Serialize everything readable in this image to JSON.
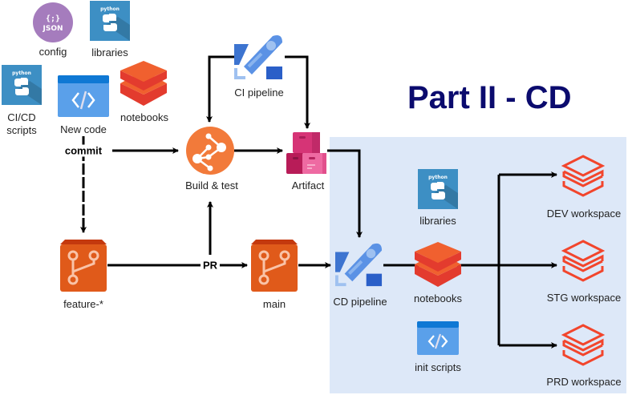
{
  "title": "Part II - CD",
  "colors": {
    "title": "#0b0b6e",
    "cd_region": "#dde8f8",
    "arrow": "#000000",
    "databricks_red": "#f2452c",
    "pipeline_blue": "#4a8ae0",
    "repo_orange": "#e05a1a",
    "build_orange": "#f27a3a",
    "artifact_pink": "#d63476",
    "python_blue": "#3d8fc4",
    "json_purple": "#a57cbd"
  },
  "nodes": {
    "config": {
      "label": "config",
      "icon": "json-icon",
      "icon_text": "{;}",
      "icon_subtext": "JSON"
    },
    "libraries_top": {
      "label": "libraries",
      "icon": "python-icon",
      "icon_text": "python"
    },
    "cicd_scripts": {
      "label_line1": "CI/CD",
      "label_line2": "scripts",
      "icon": "python-icon",
      "icon_text": "python"
    },
    "new_code": {
      "label": "New code",
      "icon": "code-icon"
    },
    "notebooks_top": {
      "label": "notebooks",
      "icon": "databricks-notebooks-icon"
    },
    "ci_pipeline": {
      "label": "CI pipeline",
      "icon": "rocket-pipeline-icon"
    },
    "build_test": {
      "label": "Build & test",
      "icon": "build-graph-icon"
    },
    "artifact": {
      "label": "Artifact",
      "icon": "artifact-boxes-icon"
    },
    "feature": {
      "label": "feature-*",
      "icon": "git-branch-repo-icon"
    },
    "main": {
      "label": "main",
      "icon": "git-branch-repo-icon"
    },
    "cd_pipeline": {
      "label": "CD pipeline",
      "icon": "rocket-pipeline-icon"
    },
    "libraries_cd": {
      "label": "libraries",
      "icon": "python-icon",
      "icon_text": "python"
    },
    "notebooks_cd": {
      "label": "notebooks",
      "icon": "databricks-notebooks-icon"
    },
    "init_scripts": {
      "label": "init scripts",
      "icon": "code-icon"
    },
    "dev": {
      "label": "DEV workspace",
      "icon": "databricks-workspace-icon"
    },
    "stg": {
      "label": "STG workspace",
      "icon": "databricks-workspace-icon"
    },
    "prd": {
      "label": "PRD workspace",
      "icon": "databricks-workspace-icon"
    }
  },
  "edge_labels": {
    "commit": "commit",
    "pr": "PR"
  }
}
